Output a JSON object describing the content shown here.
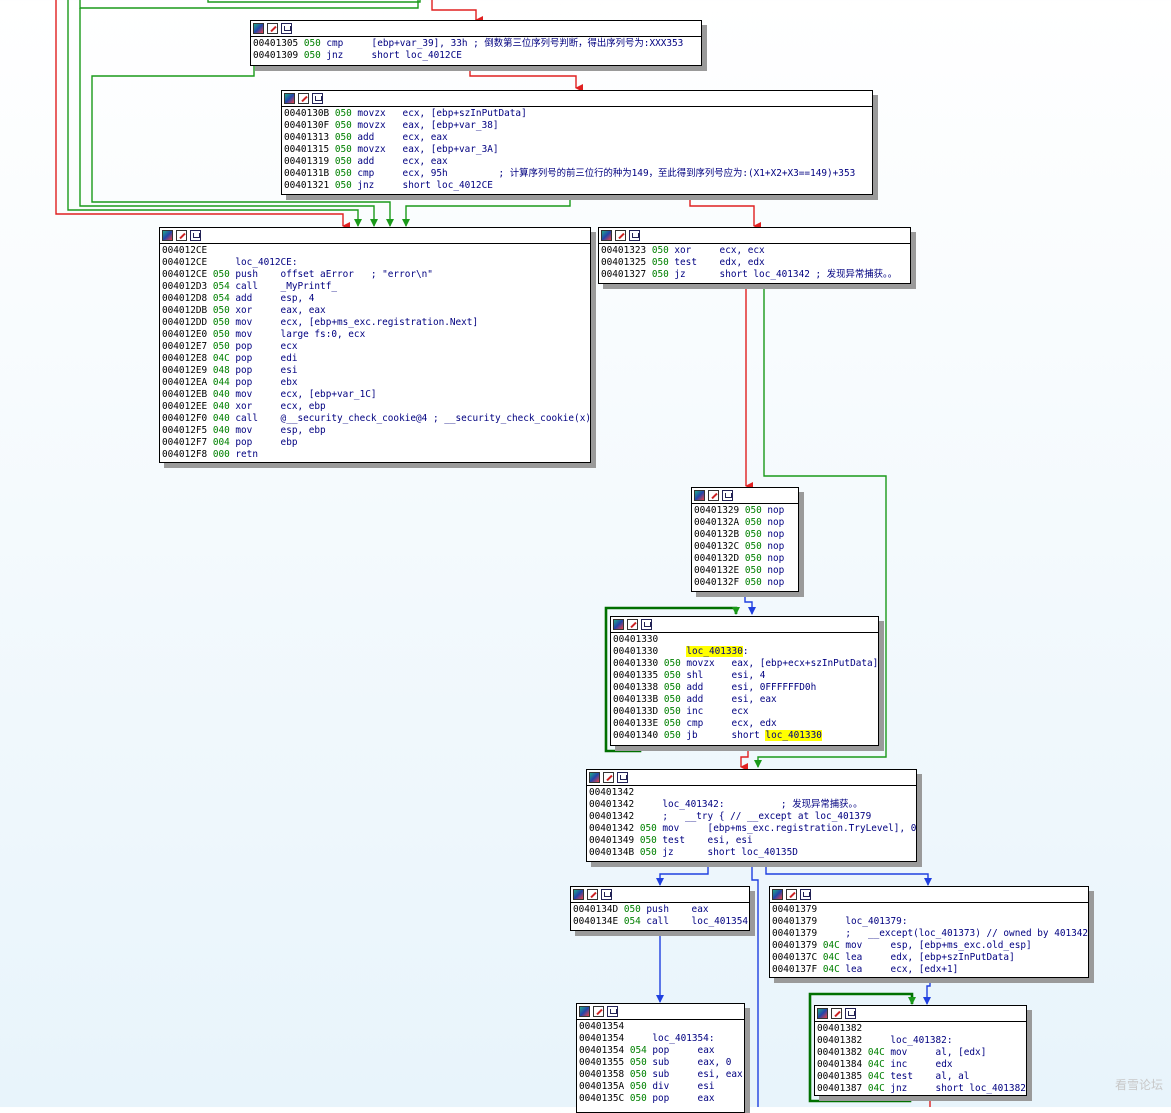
{
  "nodes": [
    {
      "id": "n_4012ff",
      "lines": [
        {
          "addr": "00401305",
          "sp": "050",
          "code": " cmp     [ebp+var_39], 33h ; 倒数第三位序列号判断，得出序列号为:XXX353"
        },
        {
          "addr": "00401309",
          "sp": "050",
          "code": " jnz     short loc_4012CE"
        }
      ]
    },
    {
      "id": "n_40130b",
      "lines": [
        {
          "addr": "0040130B",
          "sp": "050",
          "code": " movzx   ecx, [ebp+szInPutData]"
        },
        {
          "addr": "0040130F",
          "sp": "050",
          "code": " movzx   eax, [ebp+var_38]"
        },
        {
          "addr": "00401313",
          "sp": "050",
          "code": " add     ecx, eax"
        },
        {
          "addr": "00401315",
          "sp": "050",
          "code": " movzx   eax, [ebp+var_3A]"
        },
        {
          "addr": "00401319",
          "sp": "050",
          "code": " add     ecx, eax"
        },
        {
          "addr": "0040131B",
          "sp": "050",
          "code": " cmp     ecx, 95h         ; 计算序列号的前三位行的种为149，至此得到序列号应为:(X1+X2+X3==149)+353"
        },
        {
          "addr": "00401321",
          "sp": "050",
          "code": " jnz     short loc_4012CE"
        }
      ]
    },
    {
      "id": "n_4012ce",
      "lines": [
        {
          "addr": "004012CE",
          "sp": "",
          "code": ""
        },
        {
          "addr": "004012CE",
          "sp": "",
          "code": "     loc_4012CE:"
        },
        {
          "addr": "004012CE",
          "sp": "050",
          "code": " push    offset aError   ; \"error\\n\""
        },
        {
          "addr": "004012D3",
          "sp": "054",
          "code": " call    _MyPrintf_"
        },
        {
          "addr": "004012D8",
          "sp": "054",
          "code": " add     esp, 4"
        },
        {
          "addr": "004012DB",
          "sp": "050",
          "code": " xor     eax, eax"
        },
        {
          "addr": "004012DD",
          "sp": "050",
          "code": " mov     ecx, [ebp+ms_exc.registration.Next]"
        },
        {
          "addr": "004012E0",
          "sp": "050",
          "code": " mov     large fs:0, ecx"
        },
        {
          "addr": "004012E7",
          "sp": "050",
          "code": " pop     ecx"
        },
        {
          "addr": "004012E8",
          "sp": "04C",
          "code": " pop     edi"
        },
        {
          "addr": "004012E9",
          "sp": "048",
          "code": " pop     esi"
        },
        {
          "addr": "004012EA",
          "sp": "044",
          "code": " pop     ebx"
        },
        {
          "addr": "004012EB",
          "sp": "040",
          "code": " mov     ecx, [ebp+var_1C]"
        },
        {
          "addr": "004012EE",
          "sp": "040",
          "code": " xor     ecx, ebp"
        },
        {
          "addr": "004012F0",
          "sp": "040",
          "code": " call    @__security_check_cookie@4 ; __security_check_cookie(x)"
        },
        {
          "addr": "004012F5",
          "sp": "040",
          "code": " mov     esp, ebp"
        },
        {
          "addr": "004012F7",
          "sp": "004",
          "code": " pop     ebp"
        },
        {
          "addr": "004012F8",
          "sp": "000",
          "code": " retn"
        }
      ]
    },
    {
      "id": "n_401323",
      "lines": [
        {
          "addr": "00401323",
          "sp": "050",
          "code": " xor     ecx, ecx"
        },
        {
          "addr": "00401325",
          "sp": "050",
          "code": " test    edx, edx"
        },
        {
          "addr": "00401327",
          "sp": "050",
          "code": " jz      short loc_401342 ; 发现异常捕获。。"
        }
      ]
    },
    {
      "id": "n_401329",
      "lines": [
        {
          "addr": "00401329",
          "sp": "050",
          "code": " nop"
        },
        {
          "addr": "0040132A",
          "sp": "050",
          "code": " nop"
        },
        {
          "addr": "0040132B",
          "sp": "050",
          "code": " nop"
        },
        {
          "addr": "0040132C",
          "sp": "050",
          "code": " nop"
        },
        {
          "addr": "0040132D",
          "sp": "050",
          "code": " nop"
        },
        {
          "addr": "0040132E",
          "sp": "050",
          "code": " nop"
        },
        {
          "addr": "0040132F",
          "sp": "050",
          "code": " nop"
        }
      ]
    },
    {
      "id": "n_401330",
      "lines": [
        {
          "addr": "00401330",
          "sp": "",
          "code": ""
        },
        {
          "addr": "00401330",
          "sp": "",
          "code": "     ",
          "hl": "loc_401330",
          "tail": ":"
        },
        {
          "addr": "00401330",
          "sp": "050",
          "code": " movzx   eax, [ebp+ecx+szInPutData]"
        },
        {
          "addr": "00401335",
          "sp": "050",
          "code": " shl     esi, 4"
        },
        {
          "addr": "00401338",
          "sp": "050",
          "code": " add     esi, 0FFFFFFD0h"
        },
        {
          "addr": "0040133B",
          "sp": "050",
          "code": " add     esi, eax"
        },
        {
          "addr": "0040133D",
          "sp": "050",
          "code": " inc     ecx"
        },
        {
          "addr": "0040133E",
          "sp": "050",
          "code": " cmp     ecx, edx"
        },
        {
          "addr": "00401340",
          "sp": "050",
          "code": " jb      short ",
          "hl": "loc_401330",
          "tail": ""
        }
      ]
    },
    {
      "id": "n_401342",
      "lines": [
        {
          "addr": "00401342",
          "sp": "",
          "code": ""
        },
        {
          "addr": "00401342",
          "sp": "",
          "code": "     loc_401342:          ; 发现异常捕获。。"
        },
        {
          "addr": "00401342",
          "sp": "",
          "code": "     ;   __try { // __except at loc_401379"
        },
        {
          "addr": "00401342",
          "sp": "050",
          "code": " mov     [ebp+ms_exc.registration.TryLevel], 0"
        },
        {
          "addr": "00401349",
          "sp": "050",
          "code": " test    esi, esi"
        },
        {
          "addr": "0040134B",
          "sp": "050",
          "code": " jz      short loc_40135D"
        }
      ]
    },
    {
      "id": "n_40134d",
      "lines": [
        {
          "addr": "0040134D",
          "sp": "050",
          "code": " push    eax"
        },
        {
          "addr": "0040134E",
          "sp": "054",
          "code": " call    loc_401354"
        }
      ]
    },
    {
      "id": "n_401379",
      "lines": [
        {
          "addr": "00401379",
          "sp": "",
          "code": ""
        },
        {
          "addr": "00401379",
          "sp": "",
          "code": "     loc_401379:"
        },
        {
          "addr": "00401379",
          "sp": "",
          "code": "     ;   __except(loc_401373) // owned by 401342"
        },
        {
          "addr": "00401379",
          "sp": "04C",
          "code": " mov     esp, [ebp+ms_exc.old_esp]"
        },
        {
          "addr": "0040137C",
          "sp": "04C",
          "code": " lea     edx, [ebp+szInPutData]"
        },
        {
          "addr": "0040137F",
          "sp": "04C",
          "code": " lea     ecx, [edx+1]"
        }
      ]
    },
    {
      "id": "n_401354",
      "lines": [
        {
          "addr": "00401354",
          "sp": "",
          "code": ""
        },
        {
          "addr": "00401354",
          "sp": "",
          "code": "     loc_401354:"
        },
        {
          "addr": "00401354",
          "sp": "054",
          "code": " pop     eax"
        },
        {
          "addr": "00401355",
          "sp": "050",
          "code": " sub     eax, 0"
        },
        {
          "addr": "00401358",
          "sp": "050",
          "code": " sub     esi, eax"
        },
        {
          "addr": "0040135A",
          "sp": "050",
          "code": " div     esi"
        },
        {
          "addr": "0040135C",
          "sp": "050",
          "code": " pop     eax"
        }
      ]
    },
    {
      "id": "n_401382",
      "lines": [
        {
          "addr": "00401382",
          "sp": "",
          "code": ""
        },
        {
          "addr": "00401382",
          "sp": "",
          "code": "     loc_401382:"
        },
        {
          "addr": "00401382",
          "sp": "04C",
          "code": " mov     al, [edx]"
        },
        {
          "addr": "00401384",
          "sp": "04C",
          "code": " inc     edx"
        },
        {
          "addr": "00401385",
          "sp": "04C",
          "code": " test    al, al"
        },
        {
          "addr": "00401387",
          "sp": "04C",
          "code": " jnz     short loc_401382"
        }
      ]
    }
  ],
  "edge_colors": {
    "true_branch": "#1a9a1a",
    "false_branch": "#e02020",
    "unconditional": "#2040e0",
    "loop": "#007000"
  },
  "icons": [
    "color-icon",
    "edit-icon",
    "graph-icon"
  ],
  "watermark": "看雪论坛"
}
